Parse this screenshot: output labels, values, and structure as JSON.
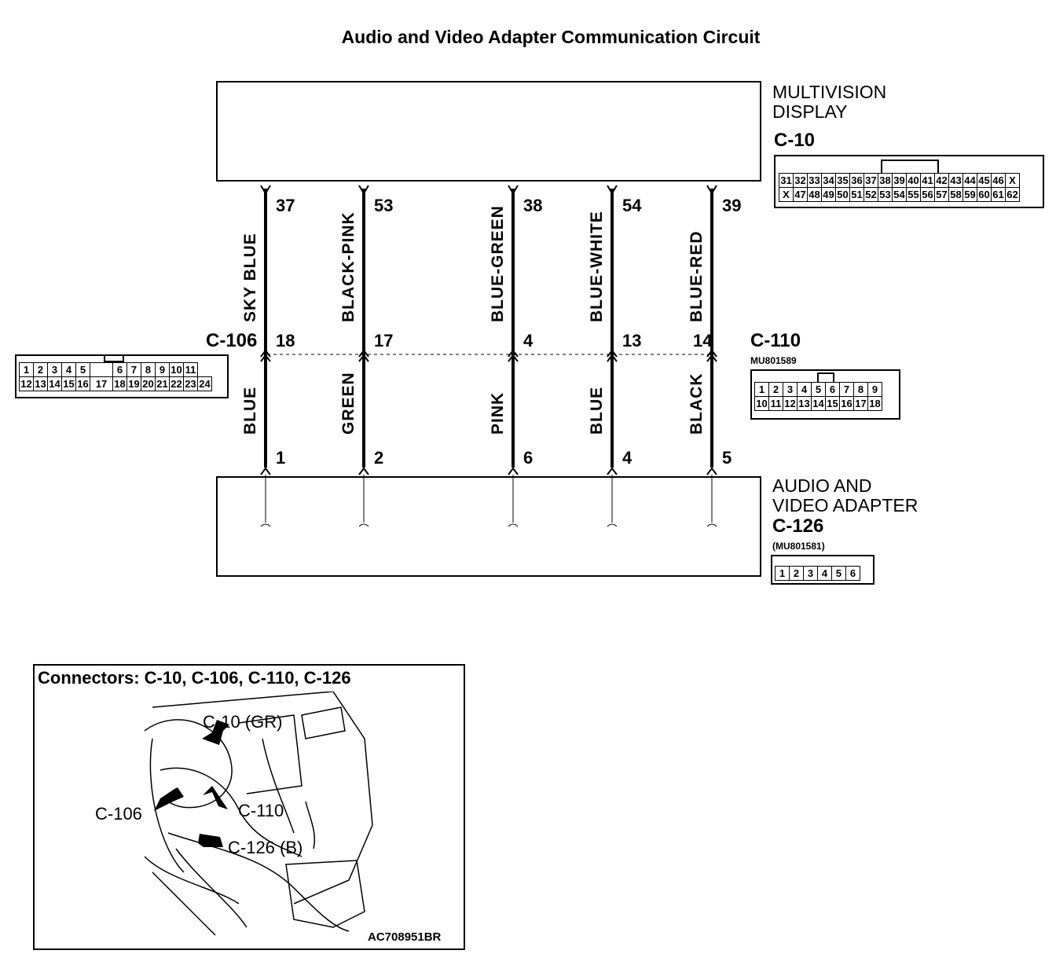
{
  "title": "Audio and Video Adapter Communication Circuit",
  "multivision": {
    "name_line1": "MULTIVISION",
    "name_line2": "DISPLAY",
    "connector": "C-10",
    "pins_row1": [
      "31",
      "32",
      "33",
      "34",
      "35",
      "36",
      "37",
      "38",
      "39",
      "40",
      "41",
      "42",
      "43",
      "44",
      "45",
      "46",
      "X"
    ],
    "pins_row2": [
      "X",
      "47",
      "48",
      "49",
      "50",
      "51",
      "52",
      "53",
      "54",
      "55",
      "56",
      "57",
      "58",
      "59",
      "60",
      "61",
      "62"
    ]
  },
  "adapter": {
    "name_line1": "AUDIO AND",
    "name_line2": "VIDEO ADAPTER",
    "connector": "C-126",
    "part": "(MU801581)",
    "pins": [
      "1",
      "2",
      "3",
      "4",
      "5",
      "6"
    ]
  },
  "c106": {
    "connector": "C-106",
    "pins_row1": [
      "1",
      "2",
      "3",
      "4",
      "5",
      "",
      "6",
      "7",
      "8",
      "9",
      "10",
      "11"
    ],
    "pins_row2": [
      "12",
      "13",
      "14",
      "15",
      "16",
      "17",
      "18",
      "19",
      "20",
      "21",
      "22",
      "23",
      "24"
    ]
  },
  "c110": {
    "connector": "C-110",
    "part": "MU801589",
    "pins_row1": [
      "1",
      "2",
      "3",
      "4",
      "5",
      "6",
      "7",
      "8",
      "9"
    ],
    "pins_row2": [
      "10",
      "11",
      "12",
      "13",
      "14",
      "15",
      "16",
      "17",
      "18"
    ]
  },
  "wires": [
    {
      "top_pin": "37",
      "top_color": "SKY BLUE",
      "mid_pin": "18",
      "bottom_color": "BLUE",
      "bottom_pin": "1"
    },
    {
      "top_pin": "53",
      "top_color": "BLACK-PINK",
      "mid_pin": "17",
      "bottom_color": "GREEN",
      "bottom_pin": "2"
    },
    {
      "top_pin": "38",
      "top_color": "BLUE-GREEN",
      "mid_pin": "4",
      "bottom_color": "PINK",
      "bottom_pin": "6"
    },
    {
      "top_pin": "54",
      "top_color": "BLUE-WHITE",
      "mid_pin": "13",
      "bottom_color": "BLUE",
      "bottom_pin": "4"
    },
    {
      "top_pin": "39",
      "top_color": "BLUE-RED",
      "mid_pin": "14",
      "bottom_color": "BLACK",
      "bottom_pin": "5"
    }
  ],
  "location": {
    "title": "Connectors: C-10, C-106, C-110, C-126",
    "labels": [
      "C-10 (GR)",
      "C-106",
      "C-110",
      "C-126 (B)"
    ],
    "code": "AC708951BR"
  }
}
